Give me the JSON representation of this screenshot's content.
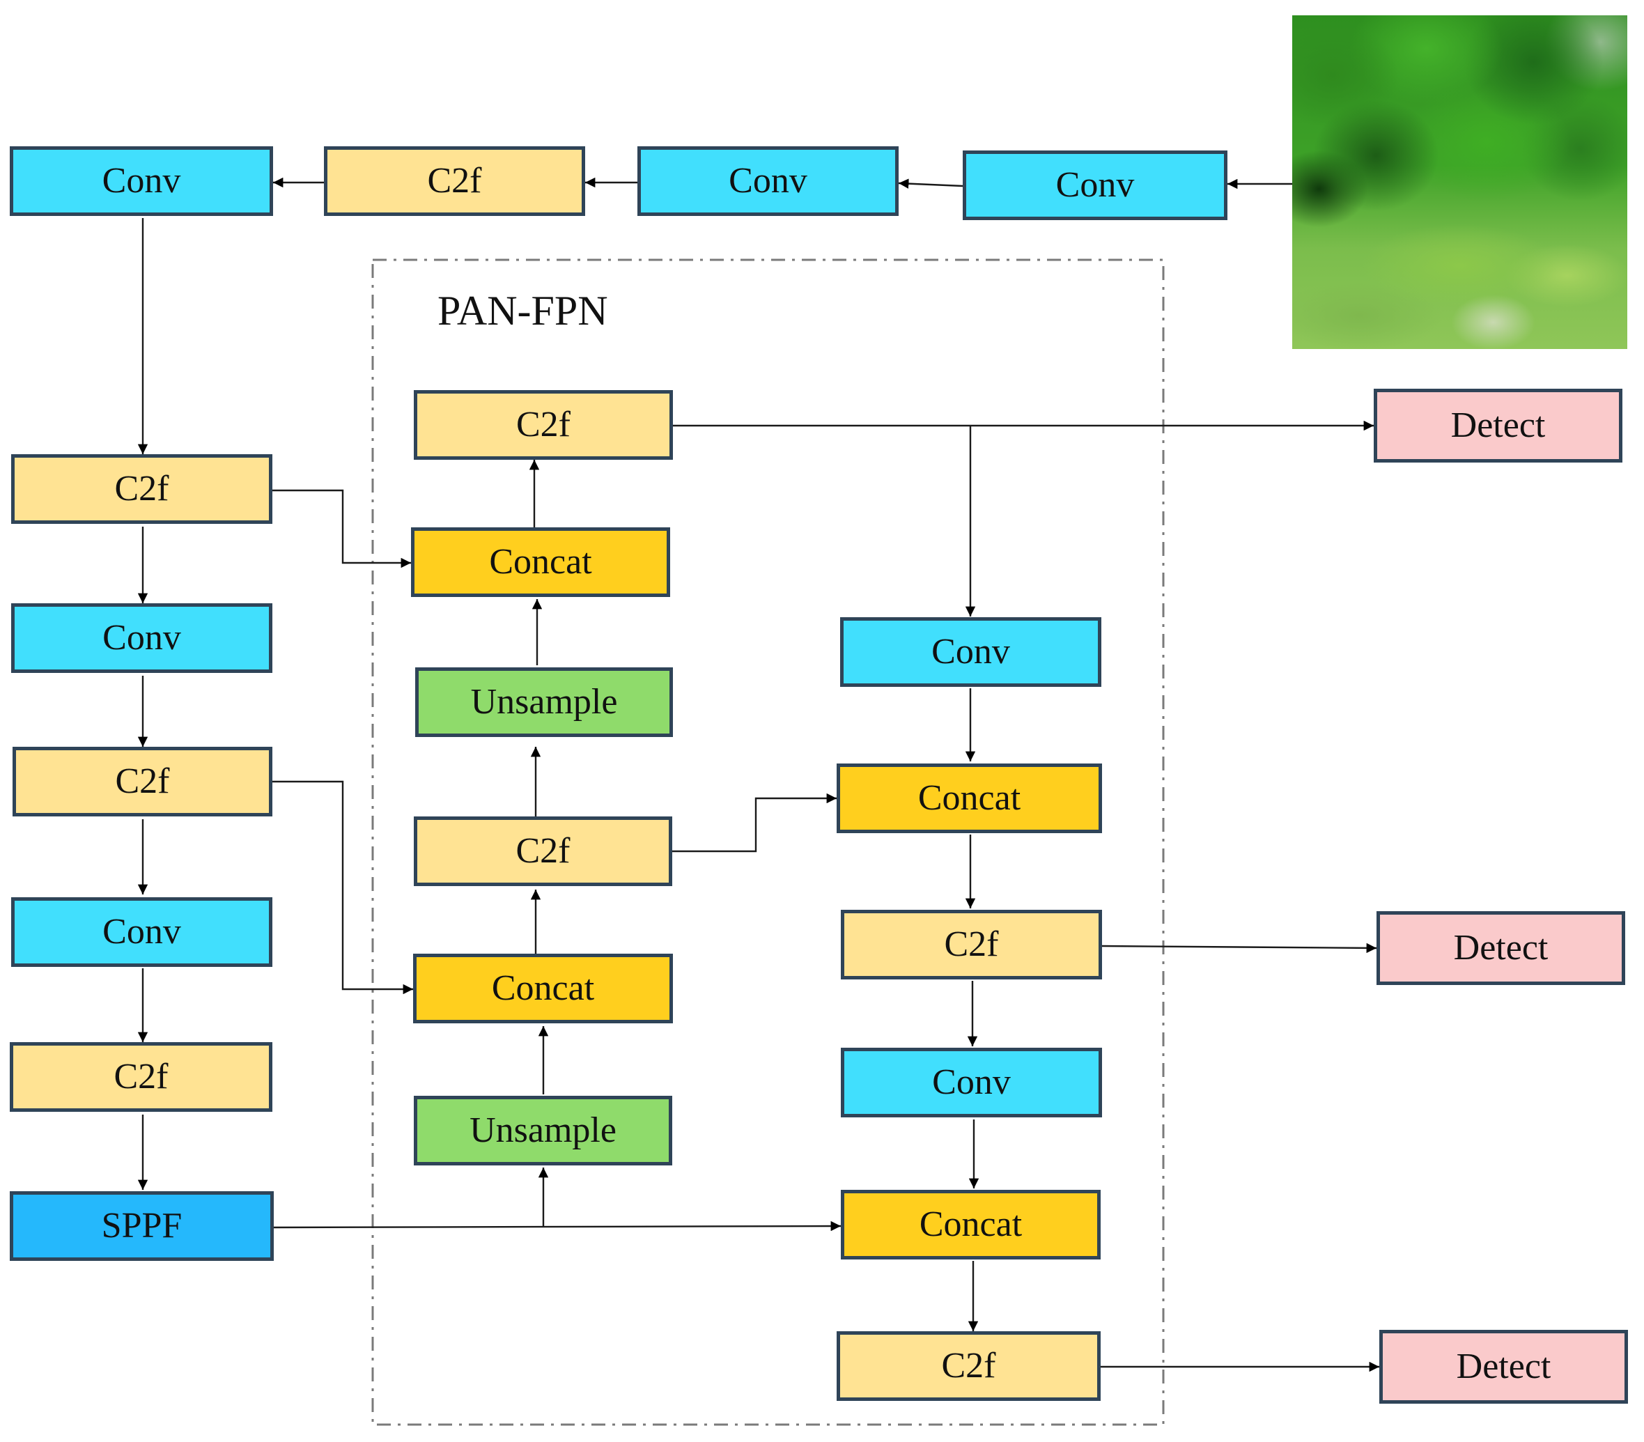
{
  "diagram": {
    "neck_title": "PAN-FPN",
    "input_image": "aerial forest canopy photo",
    "backbone": {
      "top_row": [
        "Conv",
        "C2f",
        "Conv",
        "Conv"
      ],
      "left_column": [
        "C2f",
        "Conv",
        "C2f",
        "Conv",
        "C2f",
        "SPPF"
      ]
    },
    "neck": {
      "column_1": [
        "C2f",
        "Concat",
        "Unsample",
        "C2f",
        "Concat",
        "Unsample"
      ],
      "column_2": [
        "Conv",
        "Concat",
        "C2f",
        "Conv",
        "Concat",
        "C2f"
      ]
    },
    "head": [
      "Detect",
      "Detect",
      "Detect"
    ],
    "colors": {
      "conv": "#41dffd",
      "c2f": "#ffe393",
      "concat": "#ffcf1e",
      "unsample": "#8fdb6b",
      "sppf": "#25b8fc",
      "detect": "#facacb",
      "border": "#2f4458",
      "line": "#1a1a1a",
      "dashed_border": "#7a7a7a"
    }
  }
}
